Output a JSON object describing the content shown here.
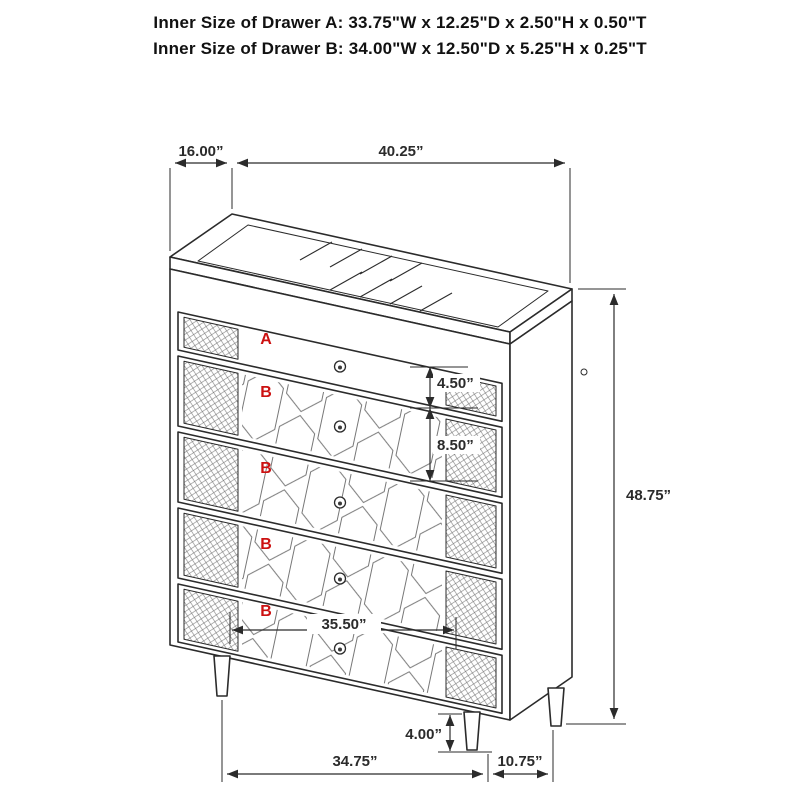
{
  "header": {
    "line1": "Inner Size of Drawer A: 33.75\"W x 12.25\"D x 2.50\"H x 0.50\"T",
    "line2": "Inner Size of Drawer B: 34.00\"W x 12.50\"D x 5.25\"H x 0.25\"T"
  },
  "dimensions": {
    "top_depth": "16.00”",
    "top_width": "40.25”",
    "drawer_a_front_height": "4.50”",
    "drawer_b_front_height": "8.50”",
    "overall_height": "48.75”",
    "drawer_inner_width": "35.50”",
    "leg_height": "4.00”",
    "base_width": "34.75”",
    "base_depth": "10.75”"
  },
  "drawers": [
    {
      "label": "A"
    },
    {
      "label": "B"
    },
    {
      "label": "B"
    },
    {
      "label": "B"
    },
    {
      "label": "B"
    }
  ],
  "colors": {
    "line": "#2b2b2b",
    "label_red": "#cc1111",
    "pattern": "#777777",
    "background": "#ffffff"
  }
}
